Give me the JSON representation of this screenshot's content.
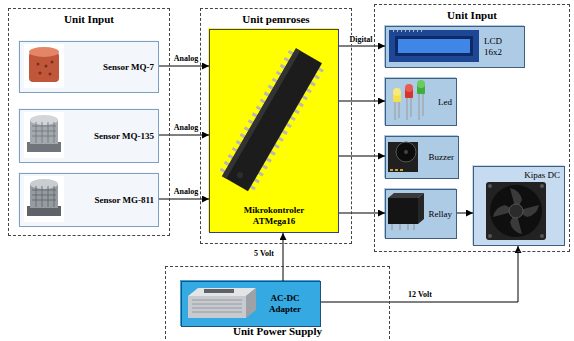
{
  "diagram": {
    "nodes": [
      {
        "text": [
          "Unit Input"
        ]
      },
      {
        "text": [
          "Sensor MQ-7"
        ],
        "in": 0
      },
      {
        "text": [
          "Sensor MQ-135"
        ],
        "in": 0
      },
      {
        "text": [
          "Sensor MG-811"
        ],
        "in": 0
      },
      {
        "text": [
          "Unit pemroses"
        ]
      },
      {
        "text": [
          "Mikrokontroler ATMega16"
        ],
        "in": 4
      },
      {
        "text": [
          "Unit Input"
        ]
      },
      {
        "text": [
          "LCD 16x2"
        ],
        "in": 6
      },
      {
        "text": [
          "Led"
        ],
        "in": 6
      },
      {
        "text": [
          "Buzzer"
        ],
        "in": 6
      },
      {
        "text": [
          "Rellay"
        ],
        "in": 6
      },
      {
        "text": [
          "Kipas DC"
        ],
        "in": 6
      },
      {
        "text": [
          "Unit Power Supply"
        ]
      },
      {
        "text": [
          "AC-DC Adapter"
        ],
        "in": 12
      }
    ],
    "edges": [
      {
        "from": 1,
        "to": 5,
        "arrow": "to",
        "label": "Analog"
      },
      {
        "from": 2,
        "to": 5,
        "arrow": "to",
        "label": "Analog"
      },
      {
        "from": 3,
        "to": 5,
        "arrow": "to",
        "label": "Analog"
      },
      {
        "from": 5,
        "to": 7,
        "arrow": "to",
        "label": "Digital"
      },
      {
        "from": 5,
        "to": 8,
        "arrow": "to"
      },
      {
        "from": 5,
        "to": 9,
        "arrow": "to"
      },
      {
        "from": 5,
        "to": 10,
        "arrow": "to"
      },
      {
        "from": 10,
        "to": 11,
        "arrow": "to"
      },
      {
        "from": 13,
        "to": 5,
        "arrow": "to",
        "label": "5 Volt"
      },
      {
        "from": 13,
        "to": 11,
        "arrow": "to",
        "label": "12 Volt"
      }
    ]
  }
}
